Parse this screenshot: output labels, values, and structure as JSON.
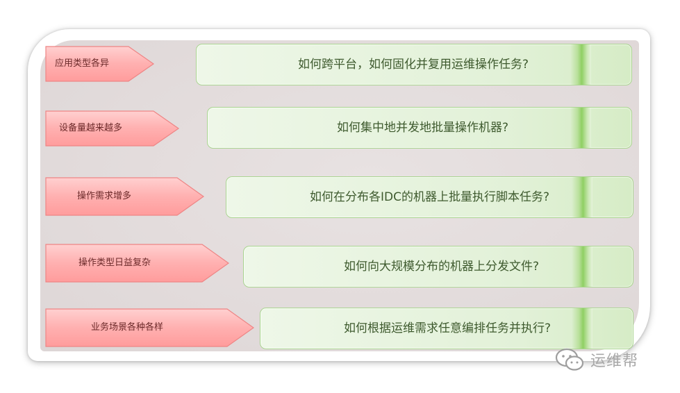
{
  "rows": [
    {
      "tag": "应用类型各异",
      "question": "如何跨平台，如何固化并复用运维操作任务?"
    },
    {
      "tag": "设备量越来越多",
      "question": "如何集中地并发地批量操作机器?"
    },
    {
      "tag": "操作需求增多",
      "question": "如何在分布各IDC的机器上批量执行脚本任务?"
    },
    {
      "tag": "操作类型日益复杂",
      "question": "如何向大规模分布的机器上分发文件?"
    },
    {
      "tag": "业务场景各种各样",
      "question": "如何根据运维需求任意编排任务并执行?"
    }
  ],
  "watermark": {
    "icon": "wechat-icon",
    "text": "运维帮"
  },
  "colors": {
    "tag_fill": "#ffb3b3",
    "tag_border": "#f08a8a",
    "question_fill": "#e2f1d8",
    "question_border": "#a9d48f",
    "accent_stripe": "#8fcf63"
  }
}
